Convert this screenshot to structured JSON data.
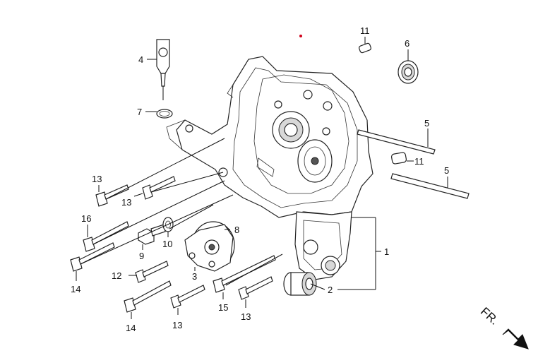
{
  "labels": {
    "p1": "1",
    "p2": "2",
    "p3": "3",
    "p4": "4",
    "p5a": "5",
    "p5b": "5",
    "p6": "6",
    "p7": "7",
    "p8": "8",
    "p9": "9",
    "p10": "10",
    "p11a": "11",
    "p11b": "11",
    "p12": "12",
    "p13a": "13",
    "p13b": "13",
    "p13c": "13",
    "p13d": "13",
    "p14a": "14",
    "p14b": "14",
    "p15": "15",
    "p16": "16"
  },
  "direction_label": "FR.",
  "colors": {
    "line": "#111111",
    "marker": "#d0021b"
  }
}
